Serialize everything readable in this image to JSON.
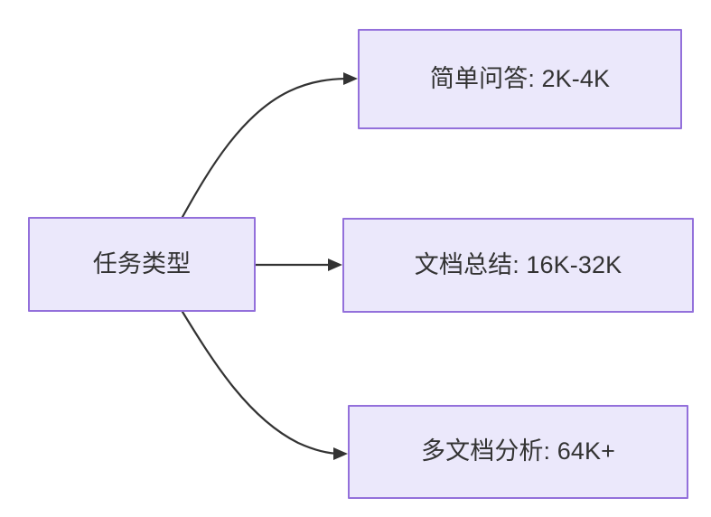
{
  "diagram": {
    "type": "flowchart",
    "direction": "left-to-right",
    "background_color": "#ffffff",
    "node_fill_color": "#ebe8fb",
    "node_border_color": "#9370db",
    "node_text_color": "#333333",
    "edge_color": "#333333",
    "source_node": {
      "id": "task-type",
      "label": "任务类型"
    },
    "target_nodes": [
      {
        "id": "simple-qa",
        "label": "简单问答: 2K-4K",
        "category": "简单问答",
        "range": "2K-4K"
      },
      {
        "id": "doc-summary",
        "label": "文档总结: 16K-32K",
        "category": "文档总结",
        "range": "16K-32K"
      },
      {
        "id": "multi-doc-analysis",
        "label": "多文档分析: 64K+",
        "category": "多文档分析",
        "range": "64K+"
      }
    ],
    "edges": [
      {
        "from": "任务类型",
        "to": "简单问答: 2K-4K",
        "style": "curved",
        "arrow": "arrowhead"
      },
      {
        "from": "任务类型",
        "to": "文档总结: 16K-32K",
        "style": "straight",
        "arrow": "arrowhead"
      },
      {
        "from": "任务类型",
        "to": "多文档分析: 64K+",
        "style": "curved",
        "arrow": "arrowhead"
      }
    ]
  }
}
